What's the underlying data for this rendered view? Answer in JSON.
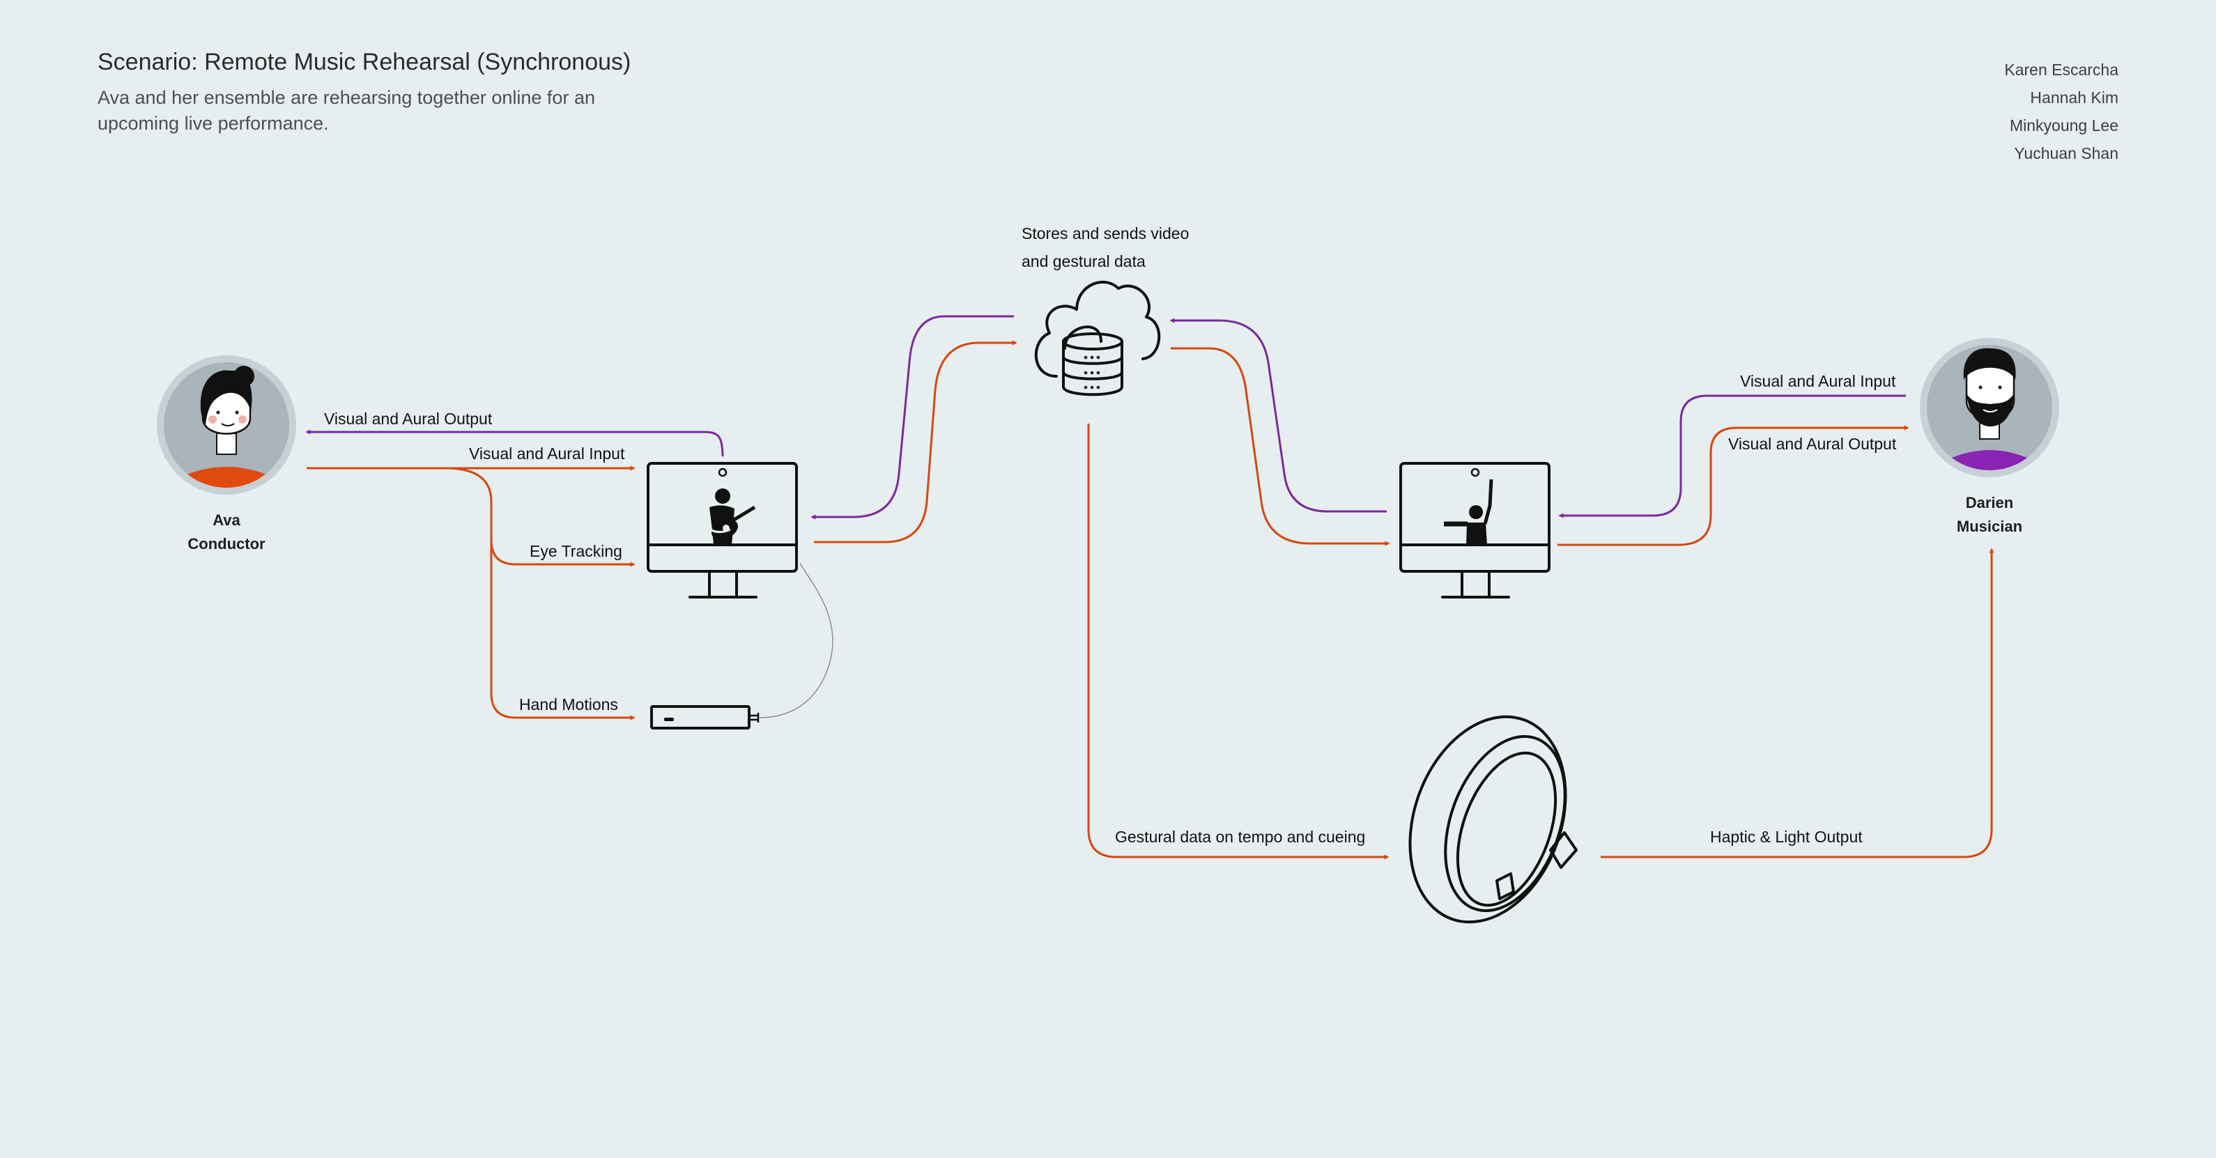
{
  "header": {
    "title": "Scenario: Remote Music Rehearsal (Synchronous)",
    "subtitle": "Ava and her ensemble are rehearsing together online for an upcoming live performance."
  },
  "authors": [
    "Karen Escarcha",
    "Hannah Kim",
    "Minkyoung Lee",
    "Yuchuan Shan"
  ],
  "people": {
    "left": {
      "name": "Ava",
      "role": "Conductor"
    },
    "right": {
      "name": "Darien",
      "role": "Musician"
    }
  },
  "labels": {
    "cloud": [
      "Stores and sends video",
      "and gestural data"
    ],
    "ava_output": "Visual and Aural Output",
    "ava_input": "Visual and Aural Input",
    "eye_tracking": "Eye Tracking",
    "hand_motions": "Hand Motions",
    "darien_input": "Visual and Aural Input",
    "darien_output": "Visual and Aural Output",
    "gestural": "Gestural data on tempo and cueing",
    "haptic": "Haptic & Light Output"
  },
  "colors": {
    "background": "#e7eef0",
    "orange": "#d4490f",
    "purple": "#7b2a9b",
    "avatar_ring": "#c7d0d6",
    "avatar_fill": "#a9b4bb",
    "ava_shirt": "#e04a0f",
    "darien_shirt": "#8a24b4"
  }
}
